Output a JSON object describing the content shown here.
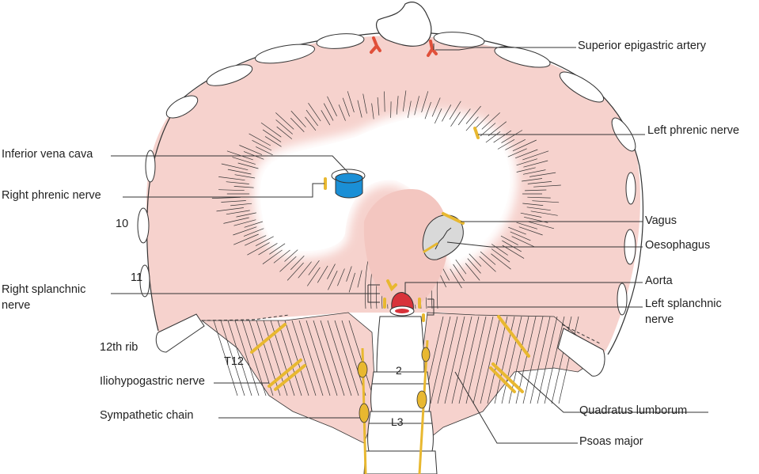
{
  "labels": {
    "superior_epigastric_artery": "Superior epigastric artery",
    "left_phrenic_nerve": "Left phrenic nerve",
    "inferior_vena_cava": "Inferior vena cava",
    "right_phrenic_nerve": "Right phrenic nerve",
    "vagus": "Vagus",
    "oesophagus": "Oesophagus",
    "aorta": "Aorta",
    "left_splanchnic_nerve_line1": "Left splanchnic",
    "left_splanchnic_nerve_line2": "nerve",
    "right_splanchnic_nerve_line1": "Right splanchnic",
    "right_splanchnic_nerve_line2": "nerve",
    "rib_10": "10",
    "rib_11": "11",
    "rib_12": "12th rib",
    "t12": "T12",
    "iliohypogastric_nerve": "Iliohypogastric nerve",
    "sympathetic_chain": "Sympathetic chain",
    "quadratus_lumborum": "Quadratus lumborum",
    "psoas_major": "Psoas major",
    "vertebra_2": "2",
    "vertebra_l3": "L3"
  },
  "colors": {
    "muscle": "#f6d2cd",
    "tendon": "#ffffff",
    "nerve": "#e8b830",
    "artery": "#e0503a",
    "ivc": "#1a8fd6",
    "aorta": "#d8323a",
    "outline": "#333333"
  }
}
